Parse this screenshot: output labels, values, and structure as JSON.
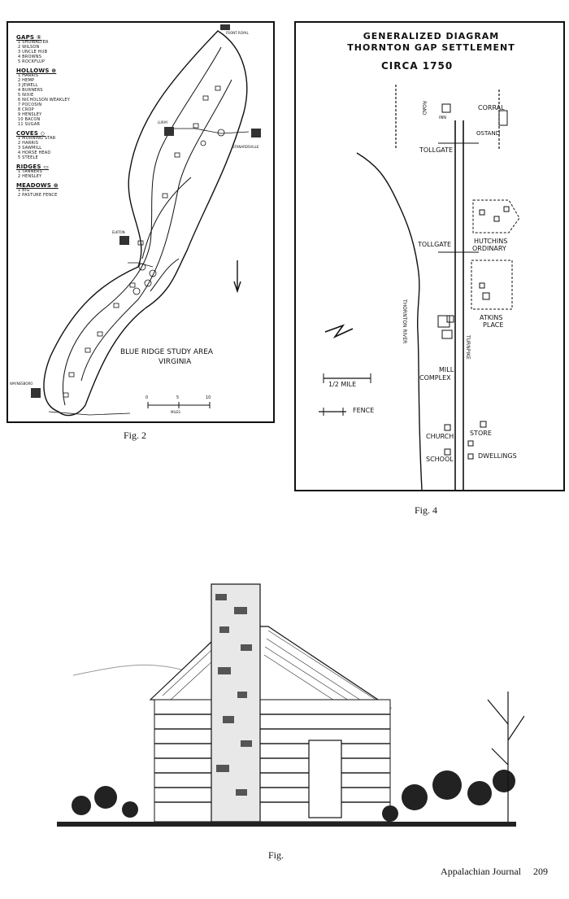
{
  "fig2": {
    "caption": "Fig. 2",
    "legend": {
      "gaps": {
        "heading": "GAPS ①",
        "items": [
          "1 SHOWALTER",
          "2 WILSON",
          "3 UNCLE HUB",
          "4 BROWNS",
          "5 ROCKFLUP"
        ]
      },
      "hollows": {
        "heading": "HOLLOWS ⊕",
        "items": [
          "1 HARRIS",
          "2 HEMP",
          "3 JEWELL",
          "4 BURNERS",
          "5 NIXIE",
          "6 NICHOLSON WEAKLEY",
          "7 POCOSIN",
          "8 CROP",
          "9 HENSLEY",
          "10 BACON",
          "11 SUGAR"
        ]
      },
      "coves": {
        "heading": "COVES ◇",
        "items": [
          "1 MORNING STAR",
          "2 HARRIS",
          "3 SAWMILL",
          "4 HORSE HEAD",
          "5 STEELE"
        ]
      },
      "ridges": {
        "heading": "RIDGES ▭",
        "items": [
          "1 TANNERS",
          "2 HENSLEY"
        ]
      },
      "meadows": {
        "heading": "MEADOWS ⊗",
        "items": [
          "1 BIG",
          "2 PASTURE FENCE"
        ]
      }
    },
    "map_title_line1": "BLUE RIDGE STUDY AREA",
    "map_title_line2": "VIRGINIA",
    "towns": [
      "FRONT ROYAL",
      "LURAY",
      "STANARDSVILLE",
      "ELKTON",
      "WAYNESBORO"
    ],
    "scale_ticks": [
      "0",
      "5",
      "10"
    ],
    "scale_unit": "MILES"
  },
  "fig4": {
    "caption": "Fig. 4",
    "title_line1": "GENERALIZED DIAGRAM",
    "title_line2": "THORNTON GAP SETTLEMENT",
    "circa": "CIRCA 1750",
    "labels": {
      "road": "ROAD",
      "inn": "INN",
      "corral": "CORRAL",
      "ostand": "OSTAND",
      "tollgate_top": "TOLLGATE",
      "tollgate_mid": "TOLLGATE",
      "hutchins": "HUTCHINS",
      "ordinary": "ORDINARY",
      "atkins": "ATKINS",
      "place": "PLACE",
      "river": "THORNTON RIVER",
      "turnpike": "TURNPIKE",
      "mill": "MILL",
      "complex": "COMPLEX",
      "half_mile": "1/2 MILE",
      "fence": "FENCE",
      "church": "CHURCH",
      "school": "SCHOOL",
      "store": "STORE",
      "dwellings": "DWELLINGS"
    }
  },
  "fig_photo": {
    "caption": "Fig."
  },
  "footer": {
    "journal": "Appalachian Journal",
    "page": "209"
  }
}
